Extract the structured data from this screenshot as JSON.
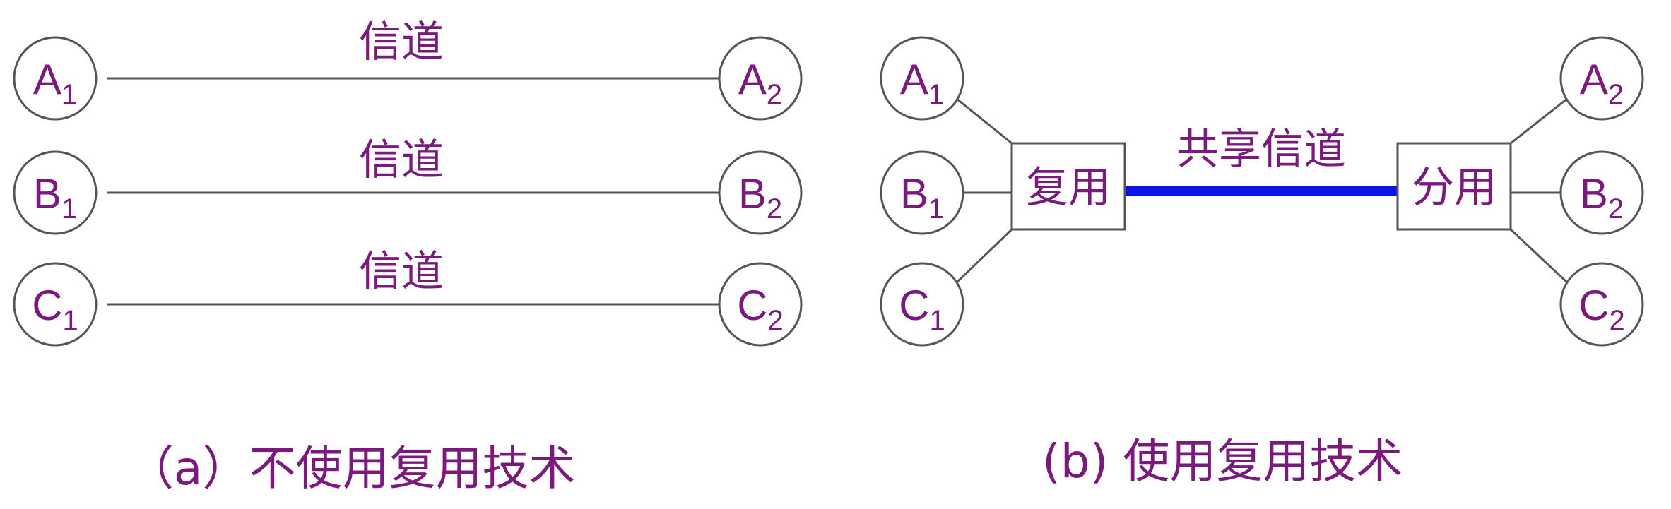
{
  "panel_a": {
    "channel_labels": [
      "信道",
      "信道",
      "信道"
    ],
    "left_nodes": [
      {
        "letter": "A",
        "sub": "1"
      },
      {
        "letter": "B",
        "sub": "1"
      },
      {
        "letter": "C",
        "sub": "1"
      }
    ],
    "right_nodes": [
      {
        "letter": "A",
        "sub": "2"
      },
      {
        "letter": "B",
        "sub": "2"
      },
      {
        "letter": "C",
        "sub": "2"
      }
    ],
    "caption": "（a）不使用复用技术"
  },
  "panel_b": {
    "left_nodes": [
      {
        "letter": "A",
        "sub": "1"
      },
      {
        "letter": "B",
        "sub": "1"
      },
      {
        "letter": "C",
        "sub": "1"
      }
    ],
    "right_nodes": [
      {
        "letter": "A",
        "sub": "2"
      },
      {
        "letter": "B",
        "sub": "2"
      },
      {
        "letter": "C",
        "sub": "2"
      }
    ],
    "mux_label": "复用",
    "demux_label": "分用",
    "shared_channel_label": "共享信道",
    "caption": "(b) 使用复用技术"
  },
  "colors": {
    "text": "#7a1a7c",
    "line": "#555555",
    "shared_channel": "#0a14e6"
  }
}
